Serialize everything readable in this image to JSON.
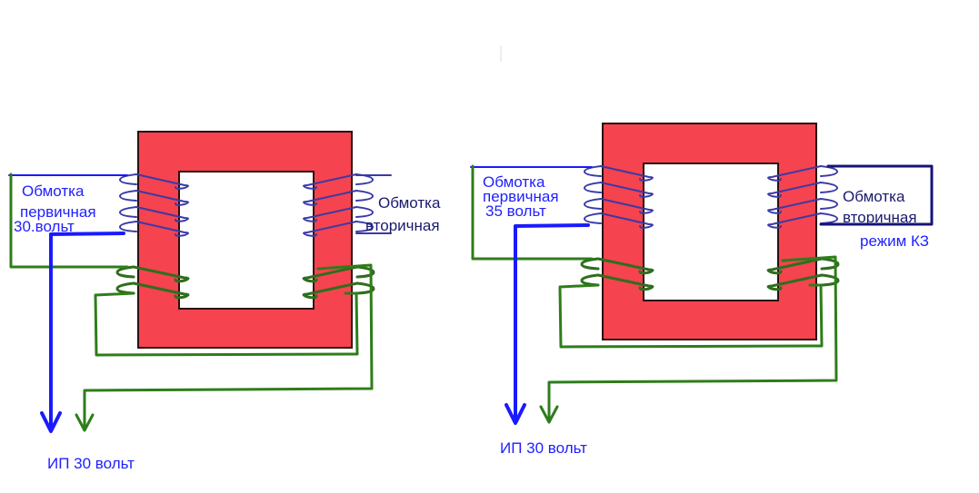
{
  "colors": {
    "core": "#f5434f",
    "core_border": "#2a1010",
    "primary_wire": "#1a1aff",
    "coil_blue": "#3a3aa8",
    "coil_green": "#2f6e1e",
    "green_wire": "#2e7d1a",
    "short_circuit_wire": "#14147a"
  },
  "left": {
    "primary_label": [
      "Обмотка",
      "первичная",
      "30.вольт"
    ],
    "secondary_label": [
      "Обмотка",
      "вторичная"
    ],
    "supply_label": "ИП 30 вольт"
  },
  "right": {
    "primary_label": [
      "Обмотка",
      "первичная",
      "35 вольт"
    ],
    "secondary_label": [
      "Обмотка",
      "вторичная"
    ],
    "mode_label": "режим КЗ",
    "supply_label": "ИП 30 вольт"
  }
}
